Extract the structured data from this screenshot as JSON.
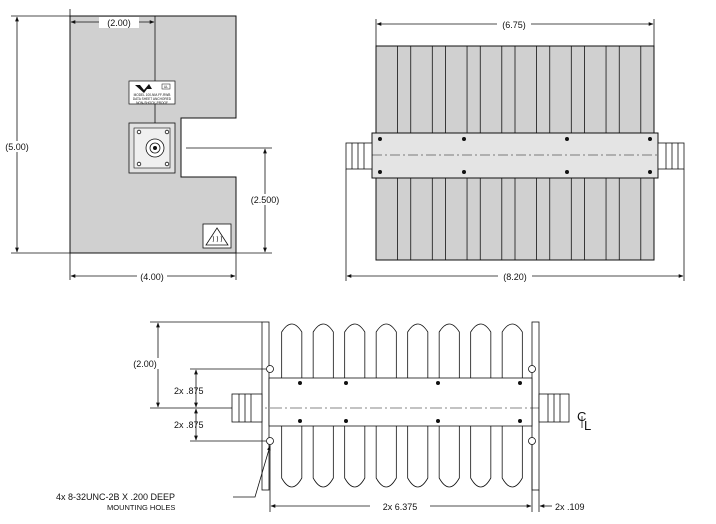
{
  "colors": {
    "body_gray": "#d0d0d0",
    "plate_gray": "#e2e2e2",
    "line": "#111111",
    "background": "#ffffff"
  },
  "front_view": {
    "dim_top_offset": "(2.00)",
    "dim_height": "(5.00)",
    "dim_connector_height": "(2.500)",
    "dim_width": "(4.00)",
    "label_lines": [
      "MODEL 100-NM-FF-RWB",
      "DATA SHEET ANCHORED",
      "NON-SHOCK-PROOF"
    ],
    "warning_icon": "hot-surface-warning-icon"
  },
  "top_view": {
    "dim_fin_width": "(6.75)",
    "dim_overall_width": "(8.20)",
    "fin_count": 8
  },
  "side_view": {
    "dim_top_offset": "(2.00)",
    "dim_hole_spacing_upper": "2x .875",
    "dim_hole_spacing_lower": "2x .875",
    "centerline": "C",
    "centerline_sub": "L",
    "dim_hole_span": "2x 6.375",
    "dim_edge": "2x .109",
    "hole_note": "4x 8-32UNC-2B X .200 DEEP",
    "hole_note_sub": "MOUNTING HOLES",
    "fin_count": 8
  }
}
